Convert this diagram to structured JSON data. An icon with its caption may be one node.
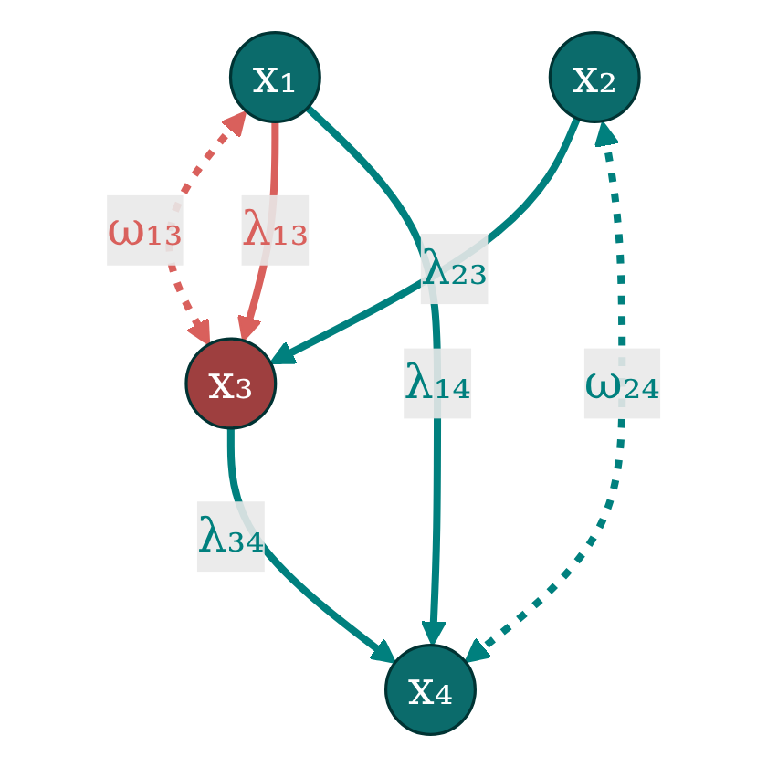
{
  "diagram": {
    "nodes": [
      {
        "text": [
          "x₁"
        ]
      },
      {
        "text": [
          "x₂"
        ]
      },
      {
        "text": [
          "x₃"
        ]
      },
      {
        "text": [
          "x₄"
        ]
      }
    ],
    "edges": [
      {
        "from": 0,
        "to": 2,
        "arrow": "both",
        "label": "ω₁₃",
        "style": "dashed",
        "color": "#d9605c"
      },
      {
        "from": 0,
        "to": 2,
        "arrow": "to",
        "label": "λ₁₃",
        "color": "#d9605c"
      },
      {
        "from": 0,
        "to": 3,
        "arrow": "to",
        "label": "λ₁₄"
      },
      {
        "from": 1,
        "to": 2,
        "arrow": "to",
        "label": "λ₂₃"
      },
      {
        "from": 1,
        "to": 3,
        "arrow": "both",
        "label": "ω₂₄",
        "style": "dashed"
      },
      {
        "from": 2,
        "to": 3,
        "arrow": "to",
        "label": "λ₃₄"
      }
    ]
  }
}
